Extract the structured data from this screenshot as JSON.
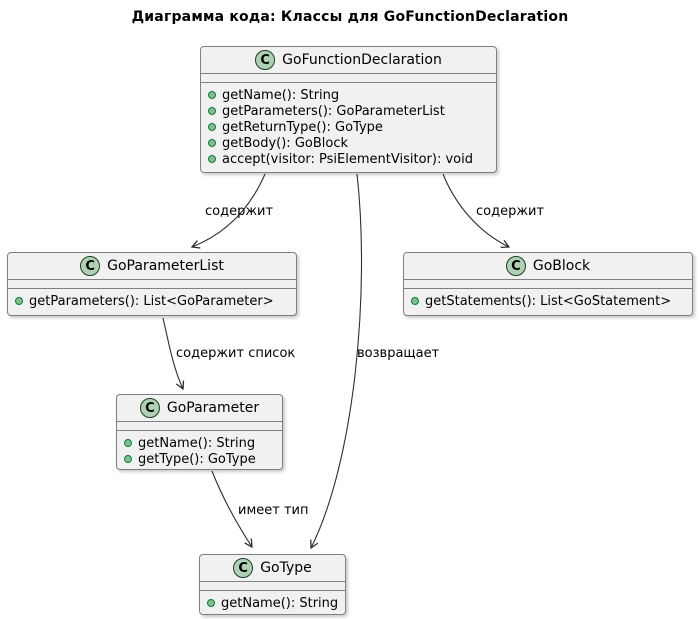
{
  "diagram": {
    "title": "Диаграмма кода: Классы для GoFunctionDeclaration",
    "classes": [
      {
        "name": "GoFunctionDeclaration",
        "stereotype": "C",
        "methods": [
          "getName(): String",
          "getParameters(): GoParameterList",
          "getReturnType(): GoType",
          "getBody(): GoBlock",
          "accept(visitor: PsiElementVisitor): void"
        ]
      },
      {
        "name": "GoParameterList",
        "stereotype": "C",
        "methods": [
          "getParameters(): List<GoParameter>"
        ]
      },
      {
        "name": "GoBlock",
        "stereotype": "C",
        "methods": [
          "getStatements(): List<GoStatement>"
        ]
      },
      {
        "name": "GoParameter",
        "stereotype": "C",
        "methods": [
          "getName(): String",
          "getType(): GoType"
        ]
      },
      {
        "name": "GoType",
        "stereotype": "C",
        "methods": [
          "getName(): String"
        ]
      }
    ],
    "edges": [
      {
        "from": "GoFunctionDeclaration",
        "to": "GoParameterList",
        "label": "содержит"
      },
      {
        "from": "GoFunctionDeclaration",
        "to": "GoBlock",
        "label": "содержит"
      },
      {
        "from": "GoFunctionDeclaration",
        "to": "GoType",
        "label": "возвращает"
      },
      {
        "from": "GoParameterList",
        "to": "GoParameter",
        "label": "содержит список"
      },
      {
        "from": "GoParameter",
        "to": "GoType",
        "label": "имеет тип"
      }
    ],
    "colors": {
      "background": "#FFFFFF",
      "class_fill": "#F1F1F1",
      "class_border": "#808080",
      "spot_fill": "#ADD1B2",
      "spot_border": "#223C22",
      "method_dot_fill": "#84BE84",
      "method_dot_border": "#038048",
      "edge_stroke": "#2E2E2E",
      "text": "#000000"
    }
  }
}
